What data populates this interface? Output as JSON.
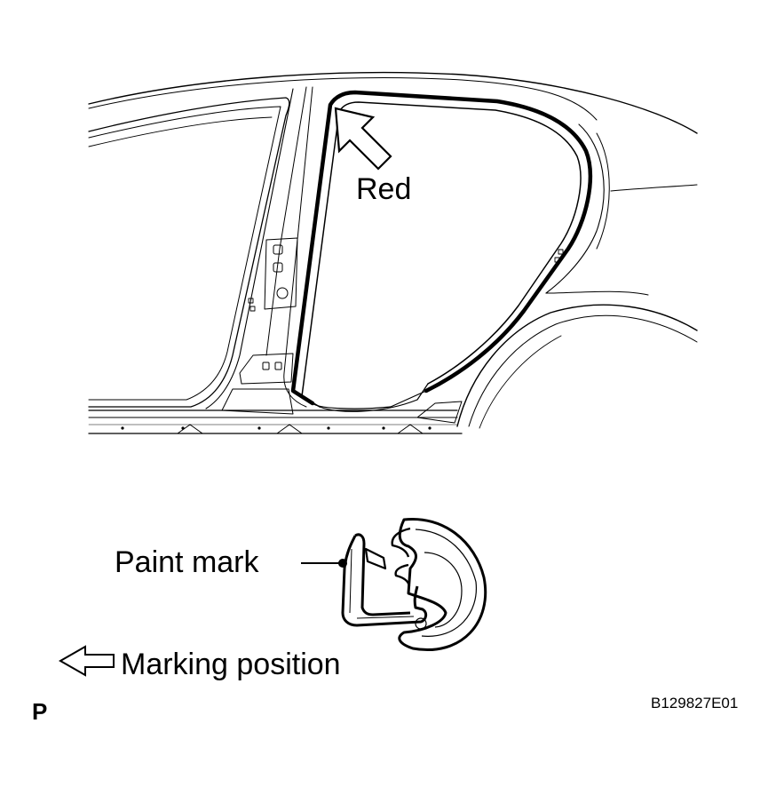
{
  "labels": {
    "color_label": "Red",
    "paint_mark": "Paint mark",
    "marking_position": "Marking position",
    "view_letter": "P",
    "figure_code": "B129827E01"
  },
  "colors": {
    "line": "#000000",
    "background": "#ffffff"
  }
}
